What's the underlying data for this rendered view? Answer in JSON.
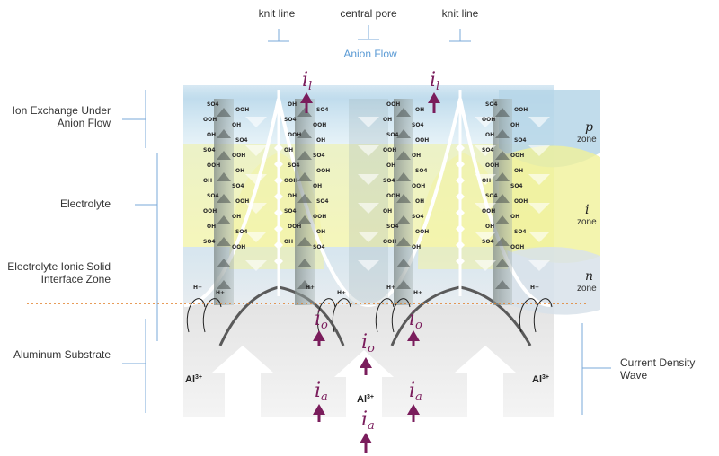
{
  "top_labels": {
    "knit_line_left": "knit line",
    "central_pore": "central pore",
    "knit_line_right": "knit line",
    "anion_flow": "Anion Flow"
  },
  "left_labels": {
    "ion_exchange": "Ion Exchange Under Anion Flow",
    "electrolyte": "Electrolyte",
    "interface": "Electrolyte Ionic Solid Interface Zone",
    "substrate": "Aluminum Substrate"
  },
  "right_labels": {
    "current_density": "Current Density Wave"
  },
  "zones": [
    {
      "letter": "p",
      "word": "zone"
    },
    {
      "letter": "i",
      "word": "zone"
    },
    {
      "letter": "n",
      "word": "zone"
    }
  ],
  "currents": {
    "il": {
      "main": "i",
      "sub": "l"
    },
    "io": {
      "main": "i",
      "sub": "o"
    },
    "ia": {
      "main": "i",
      "sub": "a"
    }
  },
  "ion_labels": [
    "SO4",
    "OOH",
    "OH",
    "H+"
  ],
  "aluminum_ion": {
    "base": "Al",
    "charge": "3+"
  },
  "colors": {
    "current_arrow": "#7a1d5c",
    "label_line": "#7aa9d8",
    "anion_text": "#5b9bd5",
    "interface_line": "#e07b22",
    "p_zone": "#b9d8ea",
    "i_zone": "#eef2a0",
    "n_zone": "#d6e4ee"
  }
}
